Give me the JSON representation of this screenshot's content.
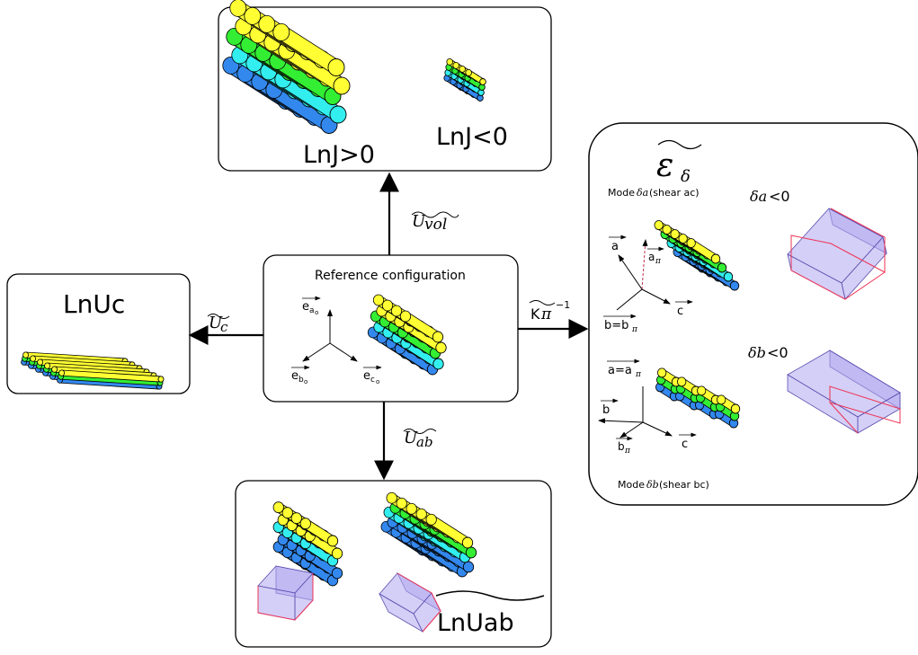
{
  "top_box": {
    "label_left": "LnJ>0",
    "label_right": "LnJ<0"
  },
  "left_box": {
    "label": "LnUc"
  },
  "center_box": {
    "title": "Reference configuration",
    "axis_up": "e",
    "axis_up_sub": "a",
    "axis_left": "e",
    "axis_left_sub": "b",
    "axis_right": "e",
    "axis_right_sub": "c",
    "axis_sub2": "o"
  },
  "bottom_box": {
    "label": "LnUab"
  },
  "right_box": {
    "title_main": "ε",
    "title_sub": "δ",
    "mode_a_prefix": "Mode ",
    "mode_a_sym": "δa",
    "mode_a_suffix": " (shear ac)",
    "delta_a": "δa",
    "delta_a_ineq": "<0",
    "mode_b_prefix": "Mode ",
    "mode_b_sym": "δb",
    "mode_b_suffix": " (shear bc)",
    "delta_b": "δb",
    "delta_b_ineq": "<0",
    "vec_a": "a",
    "vec_a_pi": "a",
    "vec_b_eq": "b=b",
    "vec_c": "c",
    "vec_a_eq": "a=a",
    "vec_b": "b",
    "vec_b_pi": "b",
    "vec_c2": "c",
    "pi": "π"
  },
  "arrows": {
    "top": "U",
    "top_sub": "vol",
    "left": "U",
    "left_sub": "c",
    "bottom": "U",
    "bottom_sub": "ab",
    "right": "K",
    "right_pi": "π",
    "right_exp": "−1"
  },
  "colors": {
    "yellow": "#ffff33",
    "green": "#33ee33",
    "cyan": "#33eeee",
    "blue": "#3388ee",
    "box_face": "#b0a8ee",
    "box_edge_red": "#ee3355"
  }
}
